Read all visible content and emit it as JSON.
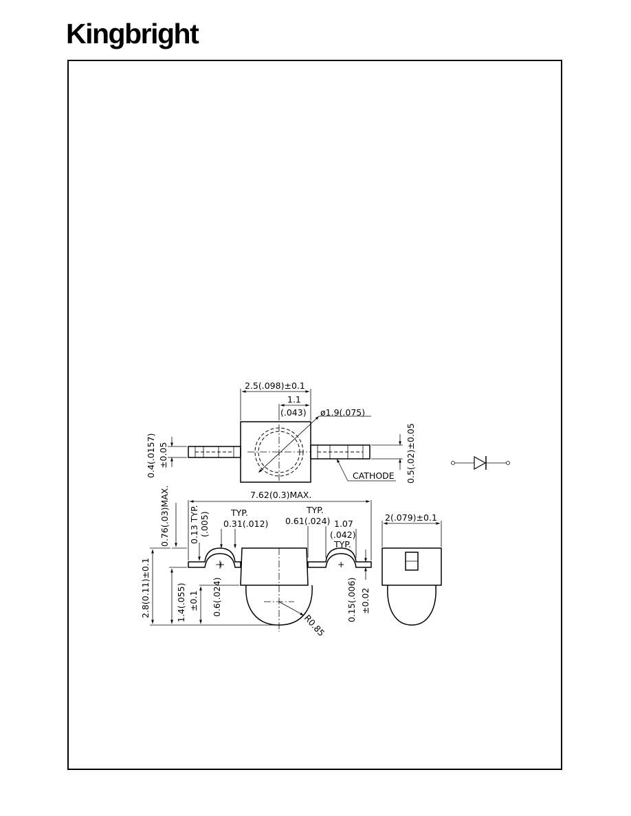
{
  "brand": {
    "logo_text": "Kingbright"
  },
  "top_view": {
    "width_dim": "2.5(.098)±0.1",
    "offset_dim": "1.1",
    "offset_dim_inch": "(.043)",
    "lens_dia": "ø1.9(.075)",
    "lead_thickness_left": "0.4(.0157)",
    "lead_thickness_left_tol": "±0.05",
    "lead_width_right": "0.5(.02)±0.05",
    "cathode_label": "CATHODE"
  },
  "side_view": {
    "length_max": "7.62(0.3)MAX.",
    "lead_height": "0.76(.03)MAX.",
    "lead_thk": "0.13 TYP.",
    "lead_thk_inch": "(.005)",
    "typ_left": "TYP.",
    "bend_left": "0.31(.012)",
    "typ_right": "TYP.",
    "bend_right": "0.61(.024)",
    "pitch": "1.07",
    "pitch_inch": "(.042)",
    "pitch_typ": "TYP.",
    "total_height": "2.8(0.11)±0.1",
    "lens_height": "1.4(.055)",
    "lens_height_tol": "±0.1",
    "body_to_lens": "0.6(.024)",
    "radius": "R0.85",
    "lead_gauge": "0.15(.006)",
    "lead_gauge_tol": "±0.02",
    "plus_left": "+",
    "plus_right": "+"
  },
  "end_view": {
    "width_dim": "2(.079)±0.1"
  }
}
